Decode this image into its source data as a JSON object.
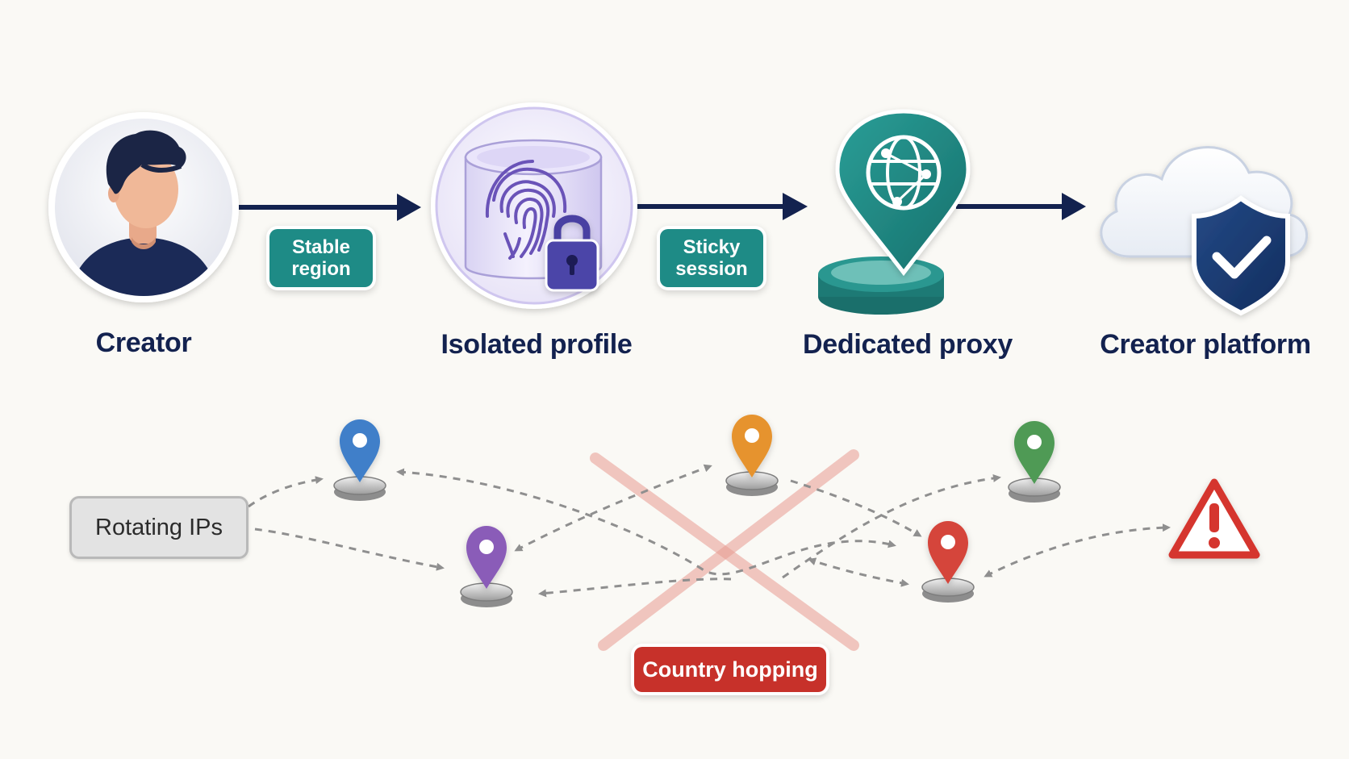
{
  "nodes": {
    "creator": "Creator",
    "isolated_profile": "Isolated profile",
    "dedicated_proxy": "Dedicated proxy",
    "creator_platform": "Creator platform"
  },
  "edges": {
    "stable_region": "Stable\nregion",
    "sticky_session": "Sticky\nsession"
  },
  "bad_path": {
    "rotating_ips": "Rotating IPs",
    "country_hopping": "Country hopping"
  },
  "colors": {
    "navy": "#13224f",
    "teal": "#1e8b86",
    "danger": "#c7312a",
    "pin_blue": "#3f7fc9",
    "pin_orange": "#e6932f",
    "pin_green": "#4f9a55",
    "pin_purple": "#8a5bb8",
    "pin_red": "#d5443a"
  }
}
